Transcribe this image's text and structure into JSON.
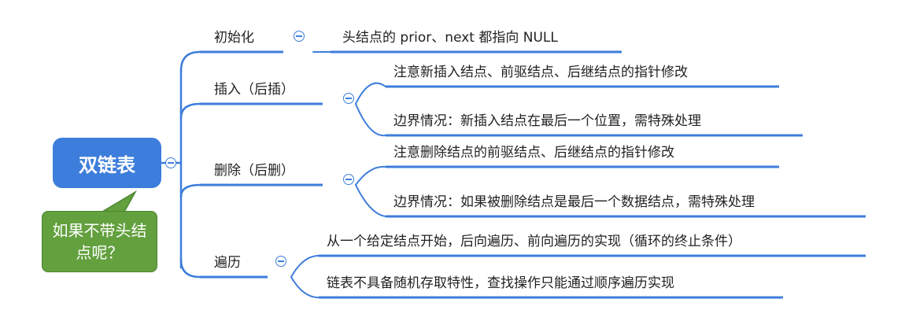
{
  "root": {
    "label": "双链表"
  },
  "callout": {
    "text": "如果不带头结点呢？"
  },
  "branches": [
    {
      "label": "初始化",
      "children": [
        "头结点的 prior、next 都指向 NULL"
      ]
    },
    {
      "label": "插入（后插）",
      "children": [
        "注意新插入结点、前驱结点、后继结点的指针修改",
        "边界情况：新插入结点在最后一个位置，需特殊处理"
      ]
    },
    {
      "label": "删除（后删）",
      "children": [
        "注意删除结点的前驱结点、后继结点的指针修改",
        "边界情况：如果被删除结点是最后一个数据结点，需特殊处理"
      ]
    },
    {
      "label": "遍历",
      "children": [
        "从一个给定结点开始，后向遍历、前向遍历的实现（循环的终止条件）",
        "链表不具备随机存取特性，查找操作只能通过顺序遍历实现"
      ]
    }
  ],
  "colors": {
    "line": "#3d7ddb",
    "root": "#3d7ddb",
    "callout": "#63a03e"
  },
  "icons": {
    "collapse": "collapse-circle-icon"
  }
}
